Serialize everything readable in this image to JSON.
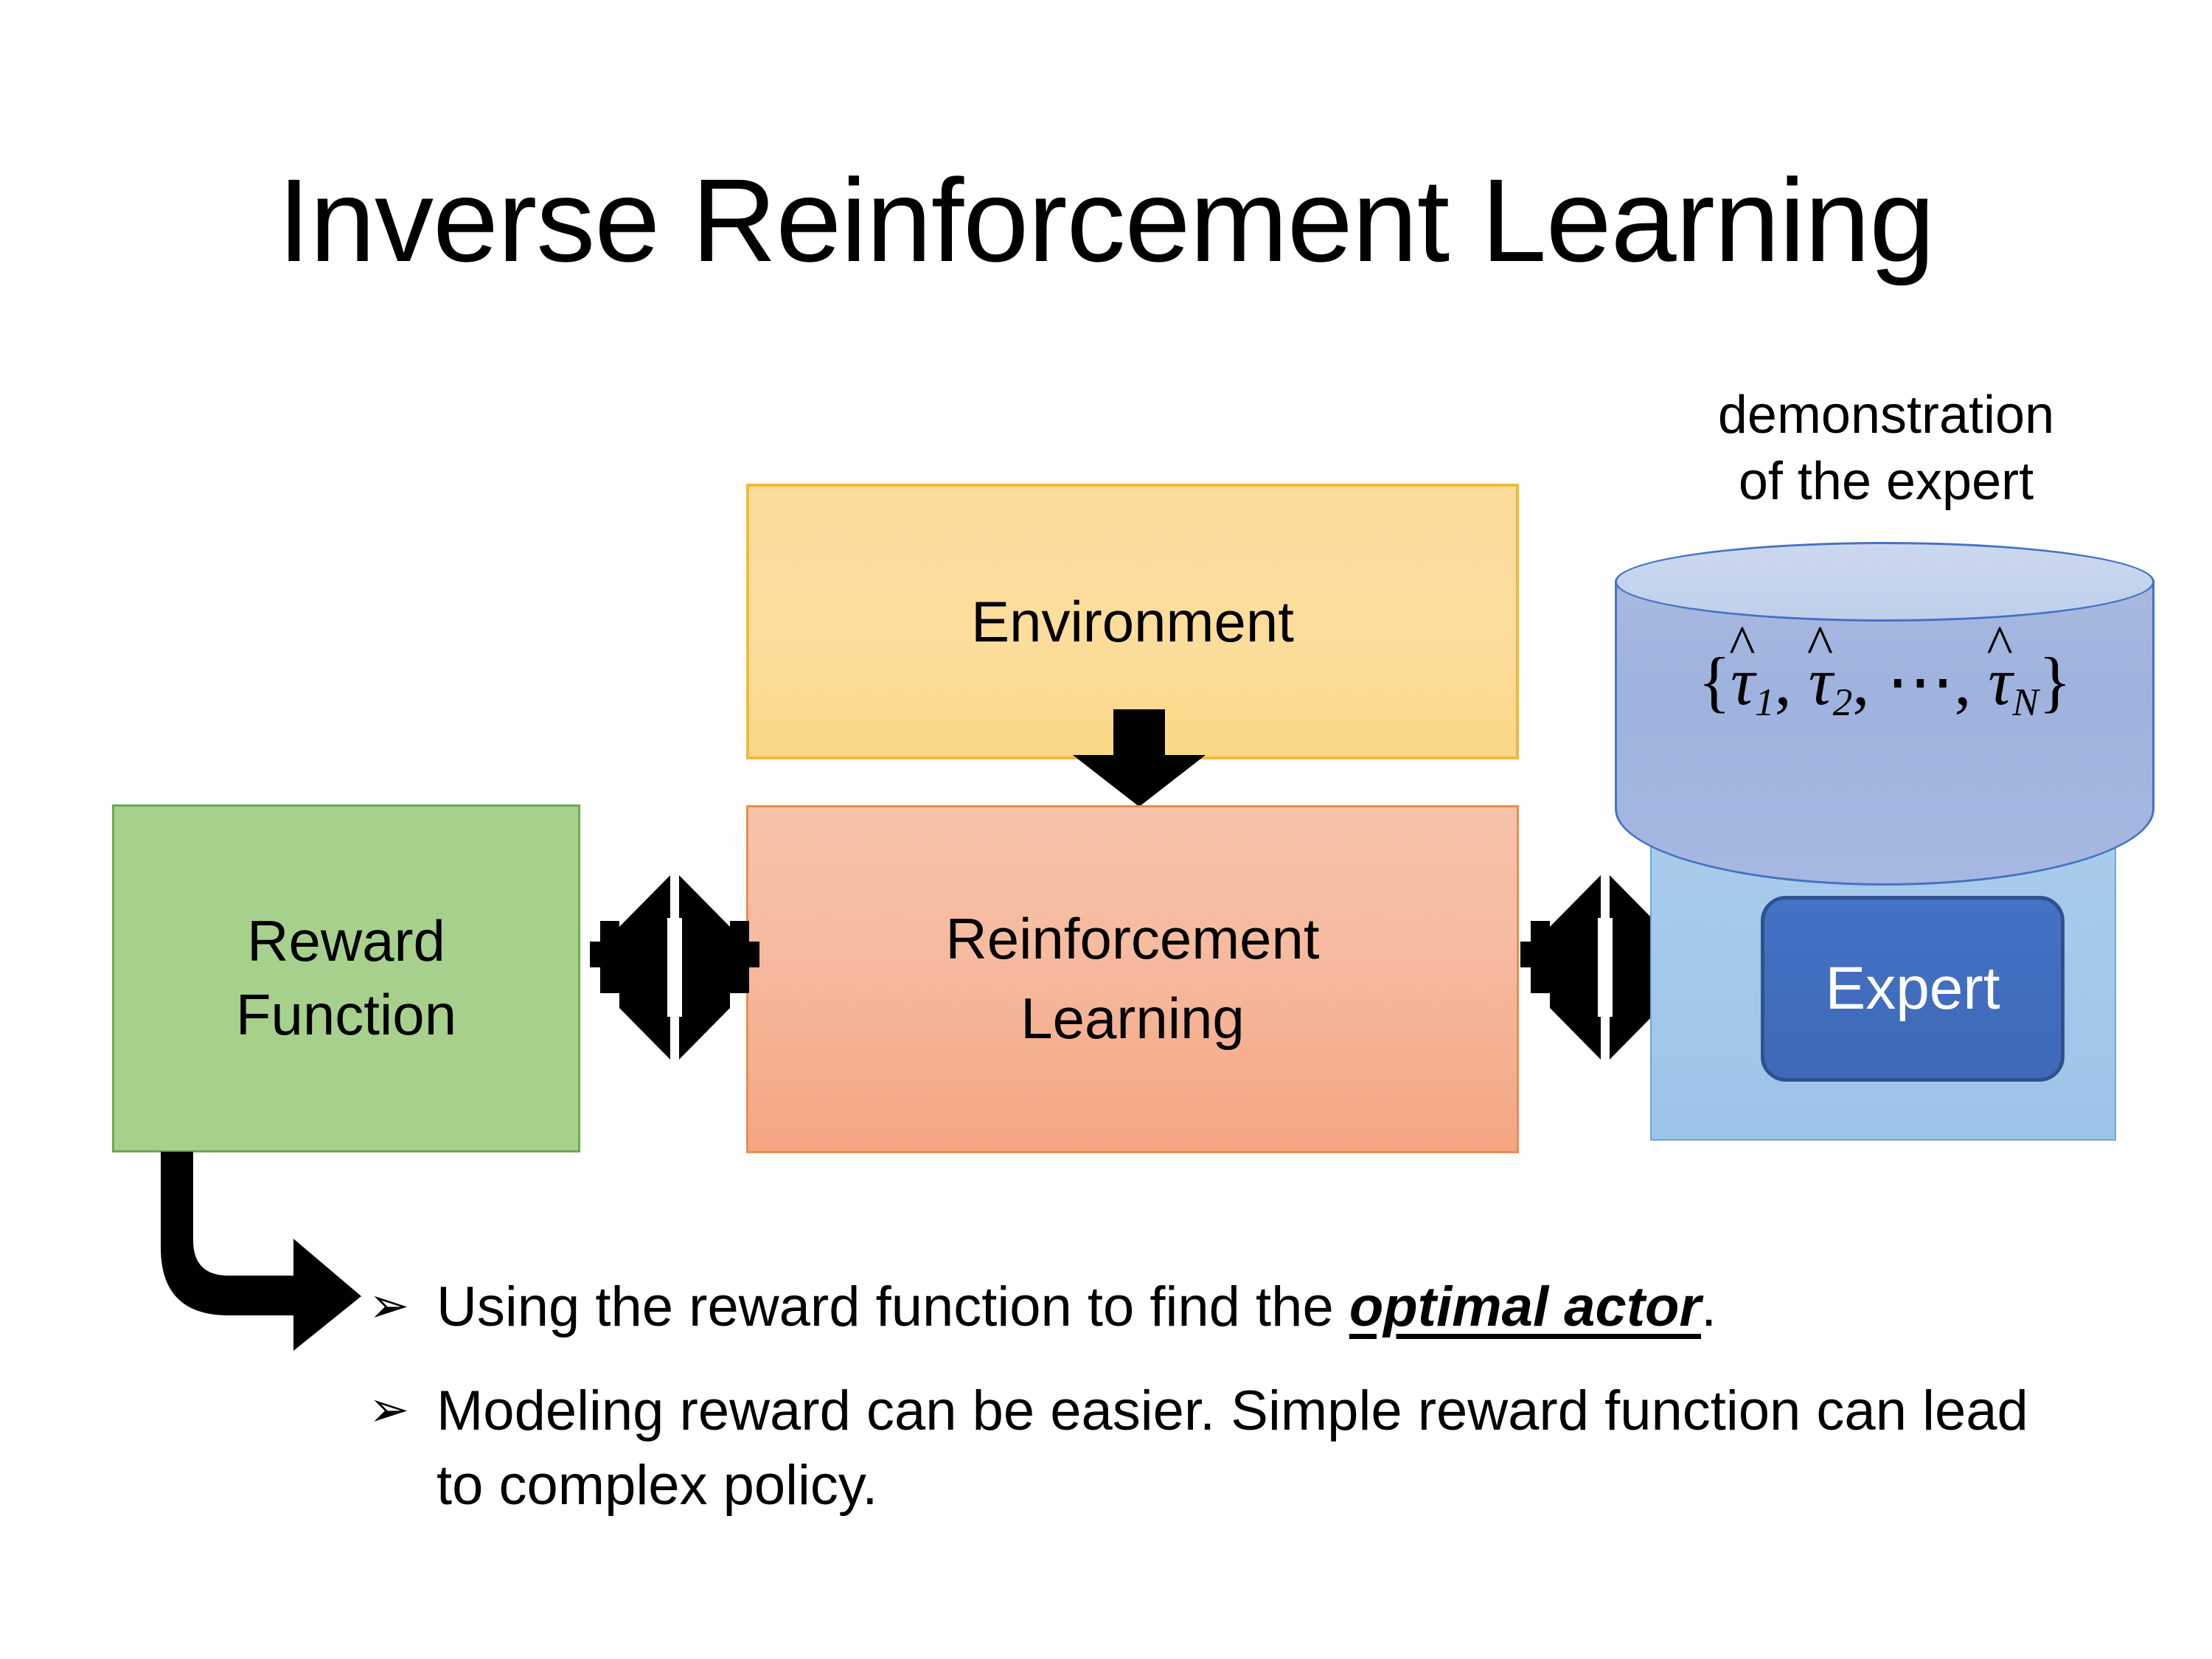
{
  "slide": {
    "title": "Inverse Reinforcement Learning",
    "background_color": "#FFFFFF"
  },
  "diagram": {
    "environment": {
      "label": "Environment",
      "fill_color": "#FCDD9C",
      "border_color": "#F2B938"
    },
    "reward_function": {
      "line1": "Reward",
      "line2": "Function",
      "fill_color": "#A8D08D",
      "border_color": "#6FA84F"
    },
    "reinforcement_learning": {
      "line1": "Reinforcement",
      "line2": "Learning",
      "fill_color": "#F4A582",
      "border_color": "#ED8C4E"
    },
    "demonstration": {
      "caption_line1": "demonstration",
      "caption_line2": "of the expert",
      "formula": {
        "open_brace": "{",
        "terms": [
          "τ",
          "τ",
          "τ"
        ],
        "hat": "̂",
        "subscripts": [
          "1",
          "2",
          "N"
        ],
        "ellipsis": "⋯",
        "separator": ",",
        "close_brace": "}",
        "plain_text": "{τ̂1, τ̂2, ⋯, τ̂N}"
      },
      "cylinder_fill_color": "#A3B6DF",
      "cylinder_border_color": "#4472C4"
    },
    "expert_panel": {
      "fill_color": "#9CC3E8",
      "border_color": "#6FA6DA"
    },
    "expert": {
      "label": "Expert",
      "fill_color": "#4472C4",
      "border_color": "#2F528F",
      "text_color": "#FFFFFF"
    },
    "connectors": {
      "environment_to_rl": "down-block-arrow",
      "reward_to_rl": "quad-arrow",
      "rl_to_expert": "quad-arrow",
      "reward_to_bullets": "elbow-arrow",
      "color": "#000000"
    }
  },
  "bullets": [
    {
      "marker": "➢",
      "text_before": "Using the reward function to find the ",
      "emphasis": "optimal actor",
      "text_after": "."
    },
    {
      "marker": "➢",
      "text_before": "Modeling reward can be easier. Simple reward function can lead to complex policy.",
      "emphasis": "",
      "text_after": ""
    }
  ]
}
